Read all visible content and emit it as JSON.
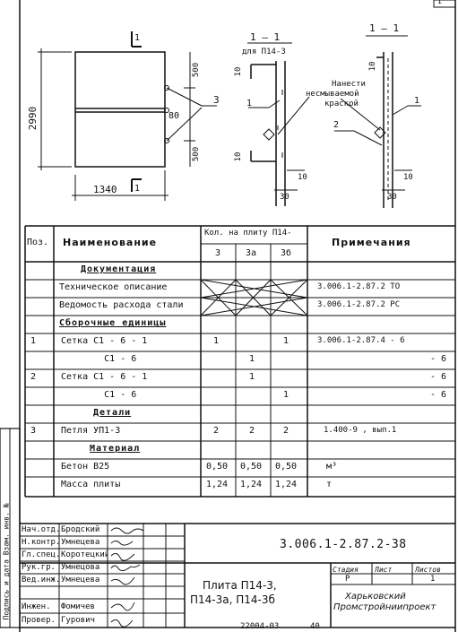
{
  "sheet_number": "1",
  "drawings": {
    "plan_section_mark": "1",
    "plan_width": "1340",
    "plan_height": "2990",
    "dim_top": "500",
    "dim_middle": "80",
    "dim_bottom": "500",
    "leader_3": "3",
    "section_a_title": "1 — 1",
    "section_a_subtitle": "для П14-3",
    "section_a_leader": "1",
    "section_a_dim_top": "10",
    "section_a_dim_bottom": "10",
    "section_b_title": "1 — 1",
    "section_b_note_line1": "Нанести",
    "section_b_note_line2": "несмываемой",
    "section_b_note_line3": "краской",
    "section_b_leader_1": "1",
    "section_b_leader_2": "2",
    "section_b_dim_top": "10",
    "section_b_dim_10": "10",
    "section_b_dim_30": "30",
    "section_a_dim_30": "30",
    "section_a_dim_10": "10"
  },
  "spec": {
    "header_pos": "Поз.",
    "header_name": "Наименование",
    "header_qty": "Кол. на плиту П14-",
    "header_qty_cols": [
      "3",
      "3а",
      "3б"
    ],
    "header_notes": "Примечания",
    "rows": [
      {
        "pos": "",
        "name": "Документация",
        "q1": "",
        "q2": "",
        "q3": "",
        "note": "",
        "style": "section"
      },
      {
        "pos": "",
        "name": "Техническое описание",
        "q1": "",
        "q2": "",
        "q3": "",
        "note": "3.006.1-2.87.2  ТО",
        "style": "cross"
      },
      {
        "pos": "",
        "name": "Ведомость расхода стали",
        "q1": "",
        "q2": "",
        "q3": "",
        "note": "3.006.1-2.87.2  РС",
        "style": "cross"
      },
      {
        "pos": "",
        "name": "Сборочные единицы",
        "q1": "",
        "q2": "",
        "q3": "",
        "note": "",
        "style": "section"
      },
      {
        "pos": "1",
        "name": "Сетка   С1 - 6 - 1",
        "q1": "1",
        "q2": "",
        "q3": "1",
        "note": "3.006.1-2.87.4 - 6",
        "style": ""
      },
      {
        "pos": "",
        "name": "        С1 - 6",
        "q1": "",
        "q2": "1",
        "q3": "",
        "note": "- 6",
        "style": ""
      },
      {
        "pos": "2",
        "name": "Сетка   С1 - 6 - 1",
        "q1": "",
        "q2": "1",
        "q3": "",
        "note": "- 6",
        "style": ""
      },
      {
        "pos": "",
        "name": "        С1 - 6",
        "q1": "",
        "q2": "",
        "q3": "1",
        "note": "- 6",
        "style": ""
      },
      {
        "pos": "",
        "name": "Детали",
        "q1": "",
        "q2": "",
        "q3": "",
        "note": "",
        "style": "section"
      },
      {
        "pos": "3",
        "name": "Петля  УП1-3",
        "q1": "2",
        "q2": "2",
        "q3": "2",
        "note": "1.400-9 , вып.1",
        "style": ""
      },
      {
        "pos": "",
        "name": "Материал",
        "q1": "",
        "q2": "",
        "q3": "",
        "note": "",
        "style": "section"
      },
      {
        "pos": "",
        "name": "Бетон  В25",
        "q1": "0,50",
        "q2": "0,50",
        "q3": "0,50",
        "note": "м³",
        "style": ""
      },
      {
        "pos": "",
        "name": "Масса   плиты",
        "q1": "1,24",
        "q2": "1,24",
        "q3": "1,24",
        "note": "т",
        "style": ""
      }
    ]
  },
  "side_stamp": "Подпись и дата    Взам. инв. №",
  "title_block": {
    "signers": [
      {
        "role": "Нач.отд.",
        "name": "Бродский"
      },
      {
        "role": "Н.контр.",
        "name": "Умнецева"
      },
      {
        "role": "Гл.спец.",
        "name": "Коротецкий"
      },
      {
        "role": "Рук.гр.",
        "name": "Умнецова"
      },
      {
        "role": "Вед.инж.",
        "name": "Умнецева"
      },
      {
        "role": "",
        "name": ""
      },
      {
        "role": "Инжен.",
        "name": "Фомичев"
      },
      {
        "role": "Провер.",
        "name": "Гурович"
      }
    ],
    "doc_code": "3.006.1-2.87.2-38",
    "title_line1": "Плита  П14-3,",
    "title_line2": "П14-3а, П14-3б",
    "stage_label": "Стадия",
    "sheet_label": "Лист",
    "sheets_label": "Листов",
    "stage_value": "Р",
    "sheet_value": "",
    "sheets_value": "1",
    "org_line1": "Харьковский",
    "org_line2": "Промстройниипроект"
  },
  "footer": {
    "archive": "22004-03",
    "page": "40"
  }
}
